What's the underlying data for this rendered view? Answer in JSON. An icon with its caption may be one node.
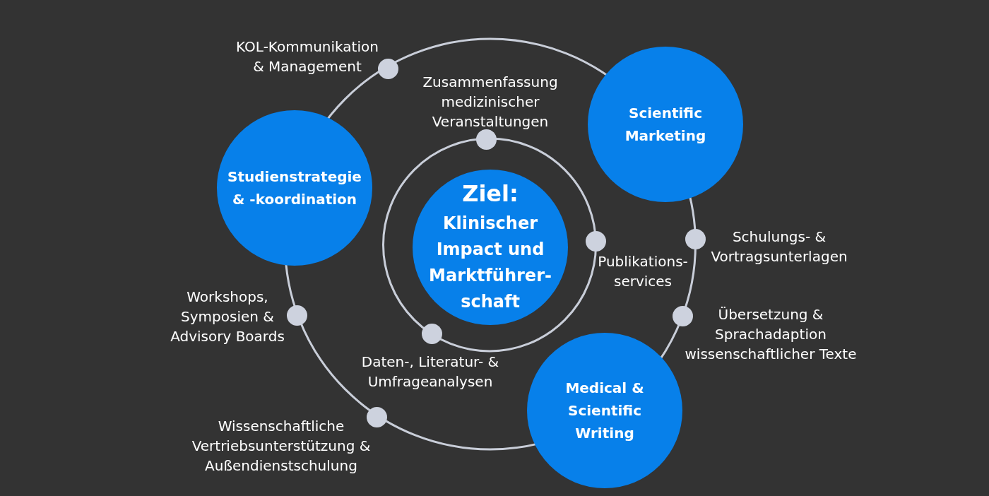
{
  "diagram": {
    "nodes": [
      {
        "text": [],
        "shape": "circle",
        "beside": [
          "KOL-Kommunikation & Management"
        ]
      },
      {
        "text": [
          "Scientific Marketing"
        ]
      },
      {
        "text": [],
        "shape": "circle",
        "beside": [
          "Zusammenfassung medizinischer Veranstaltungen"
        ]
      },
      {
        "text": [
          "Studienstrategie & -koordination"
        ]
      },
      {
        "text": [
          "Ziel:",
          "Klinischer Impact und Marktführer-schaft"
        ]
      },
      {
        "text": [],
        "shape": "circle",
        "beside": [
          "Publikations-services"
        ]
      },
      {
        "text": [],
        "shape": "circle",
        "beside": [
          "Schulungs- & Vortragsunterlagen"
        ]
      },
      {
        "text": [],
        "shape": "circle",
        "beside": [
          "Workshops, Symposien & Advisory Boards"
        ]
      },
      {
        "text": [],
        "shape": "circle",
        "beside": [
          "Übersetzung & Sprachadaption wissenschaftlicher Texte"
        ]
      },
      {
        "text": [],
        "shape": "circle",
        "beside": [
          "Daten-, Literatur- & Umfrageanalysen"
        ]
      },
      {
        "text": [
          "Medical & Scientific Writing"
        ]
      },
      {
        "text": [],
        "shape": "circle",
        "beside": [
          "Wissenschaftliche Vertriebsunterstützung & Außendienstschulung"
        ]
      }
    ]
  }
}
